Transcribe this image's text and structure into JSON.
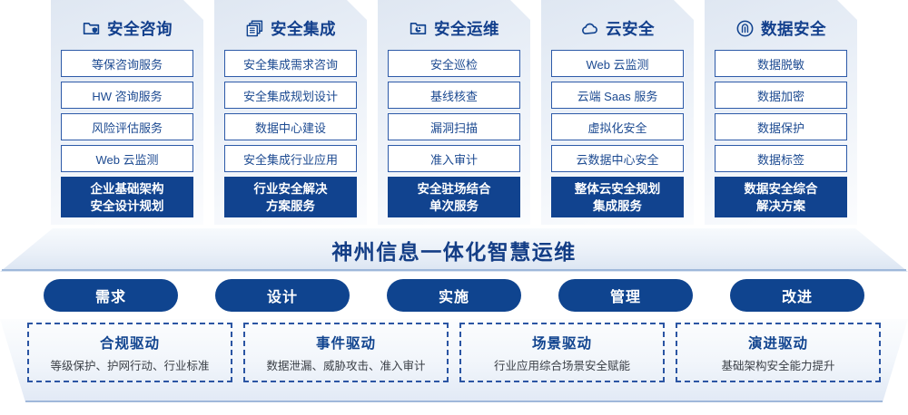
{
  "pillars": [
    {
      "icon": "folder-shield-icon",
      "title": "安全咨询",
      "items": [
        "等保咨询服务",
        "HW 咨询服务",
        "风险评估服务",
        "Web 云监测"
      ],
      "highlight": [
        "企业基础架构",
        "安全设计规划"
      ]
    },
    {
      "icon": "layered-documents-icon",
      "title": "安全集成",
      "items": [
        "安全集成需求咨询",
        "安全集成规划设计",
        "数据中心建设",
        "安全集成行业应用"
      ],
      "highlight": [
        "行业安全解决",
        "方案服务"
      ]
    },
    {
      "icon": "folder-chart-icon",
      "title": "安全运维",
      "items": [
        "安全巡检",
        "基线核查",
        "漏洞扫描",
        "准入审计"
      ],
      "highlight": [
        "安全驻场结合",
        "单次服务"
      ]
    },
    {
      "icon": "cloud-icon",
      "title": "云安全",
      "items": [
        "Web 云监测",
        "云端 Saas 服务",
        "虚拟化安全",
        "云数据中心安全"
      ],
      "highlight": [
        "整体云安全规划",
        "集成服务"
      ]
    },
    {
      "icon": "fingerprint-icon",
      "title": "数据安全",
      "items": [
        "数据脱敏",
        "数据加密",
        "数据保护",
        "数据标签"
      ],
      "highlight": [
        "数据安全综合",
        "解决方案"
      ]
    }
  ],
  "banner": {
    "text": "神州信息一体化智慧运维"
  },
  "phases": [
    {
      "label": "需求"
    },
    {
      "label": "设计"
    },
    {
      "label": "实施"
    },
    {
      "label": "管理"
    },
    {
      "label": "改进"
    }
  ],
  "drivers": [
    {
      "title": "合规驱动",
      "desc": "等级保护、护网行动、行业标准"
    },
    {
      "title": "事件驱动",
      "desc": "数据泄漏、威胁攻击、准入审计"
    },
    {
      "title": "场景驱动",
      "desc": "行业应用综合场景安全赋能"
    },
    {
      "title": "演进驱动",
      "desc": "基础架构安全能力提升"
    }
  ],
  "colors": {
    "brand_blue": "#11438f",
    "border_blue": "#2d5aa8",
    "text_blue": "#1c4a91",
    "banner_text": "#143e86",
    "dashed_border": "#2b55a3"
  }
}
